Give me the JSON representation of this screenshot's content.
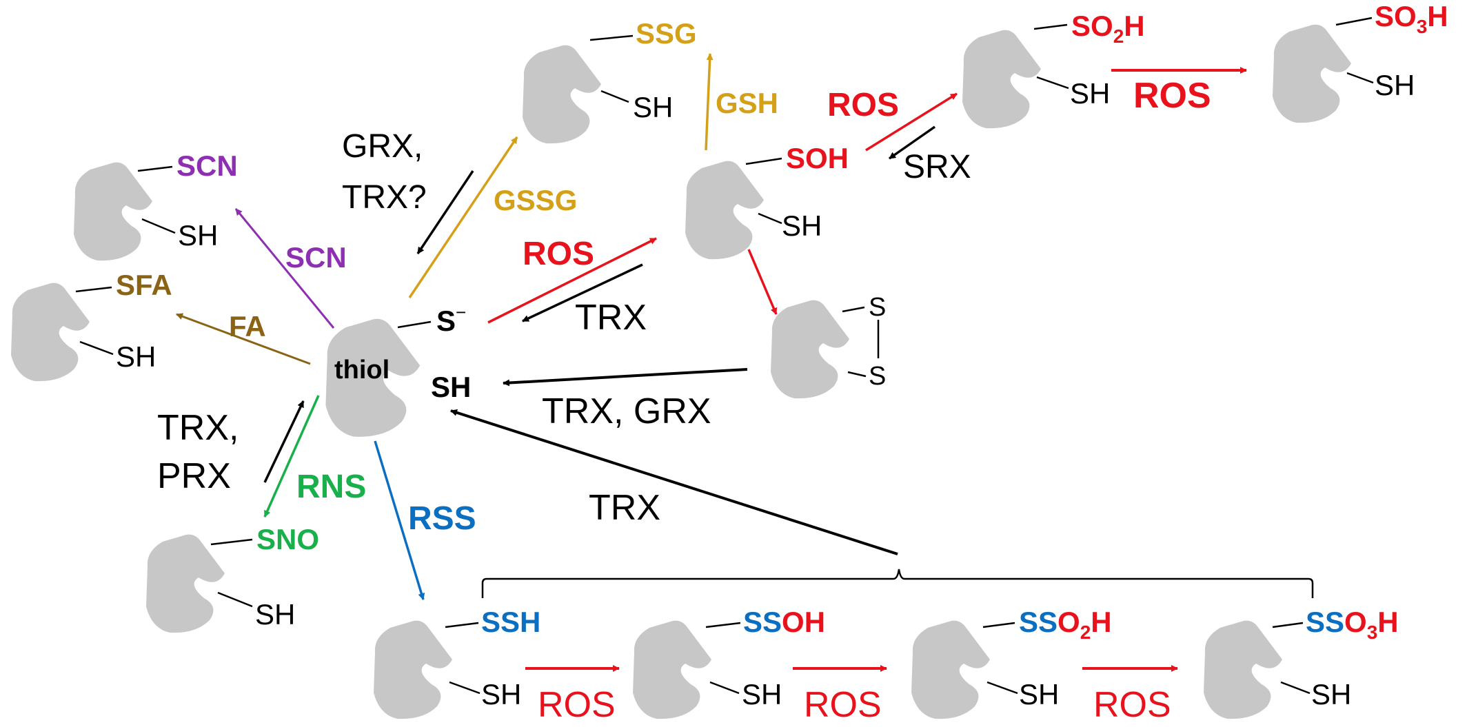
{
  "colors": {
    "black": "#000000",
    "red": "#e8121c",
    "gold": "#d4a017",
    "purple": "#8e2eb3",
    "brown": "#8a6414",
    "green": "#19b04b",
    "blue": "#0b6fc1",
    "protein_gray": "#c7c7c7"
  },
  "center": {
    "label": "thiol",
    "thiolate": "S",
    "thiolate_charge": "−",
    "thiol": "SH"
  },
  "sh_label": "SH",
  "proteins": {
    "scn": {
      "modification": "SCN"
    },
    "sfa": {
      "modification": "SFA"
    },
    "sno": {
      "modification": "SNO"
    },
    "ssg": {
      "modification": "SSG"
    },
    "soh": {
      "modification": "SOH"
    },
    "so2h": {
      "base": "SO",
      "sub": "2",
      "tail": "H"
    },
    "so3h": {
      "base": "SO",
      "sub": "3",
      "tail": "H"
    },
    "disulfide": {
      "s_top": "S",
      "s_bottom": "S"
    },
    "ssh": {
      "modification": "SSH"
    },
    "ssoh": {
      "prefix": "SS",
      "rest": "OH"
    },
    "sso2h": {
      "prefix": "SS",
      "base": "O",
      "sub": "2",
      "tail": "H"
    },
    "sso3h": {
      "prefix": "SS",
      "base": "O",
      "sub": "3",
      "tail": "H"
    }
  },
  "reagents": {
    "scn": "SCN",
    "fa": "FA",
    "gssg": "GSSG",
    "grx_trx_line1": "GRX,",
    "grx_trx_line2": "TRX?",
    "gsh": "GSH",
    "ros_thiolate": "ROS",
    "trx_thiolate": "TRX",
    "ros_sulfinic": "ROS",
    "srx": "SRX",
    "ros_sulfonic": "ROS",
    "trx_grx_disulfide": "TRX, GRX",
    "trx_persulfide": "TRX",
    "trx_prx_line1": "TRX,",
    "trx_prx_line2": "PRX",
    "rns": "RNS",
    "rss": "RSS",
    "ros_chain_1": "ROS",
    "ros_chain_2": "ROS",
    "ros_chain_3": "ROS"
  }
}
